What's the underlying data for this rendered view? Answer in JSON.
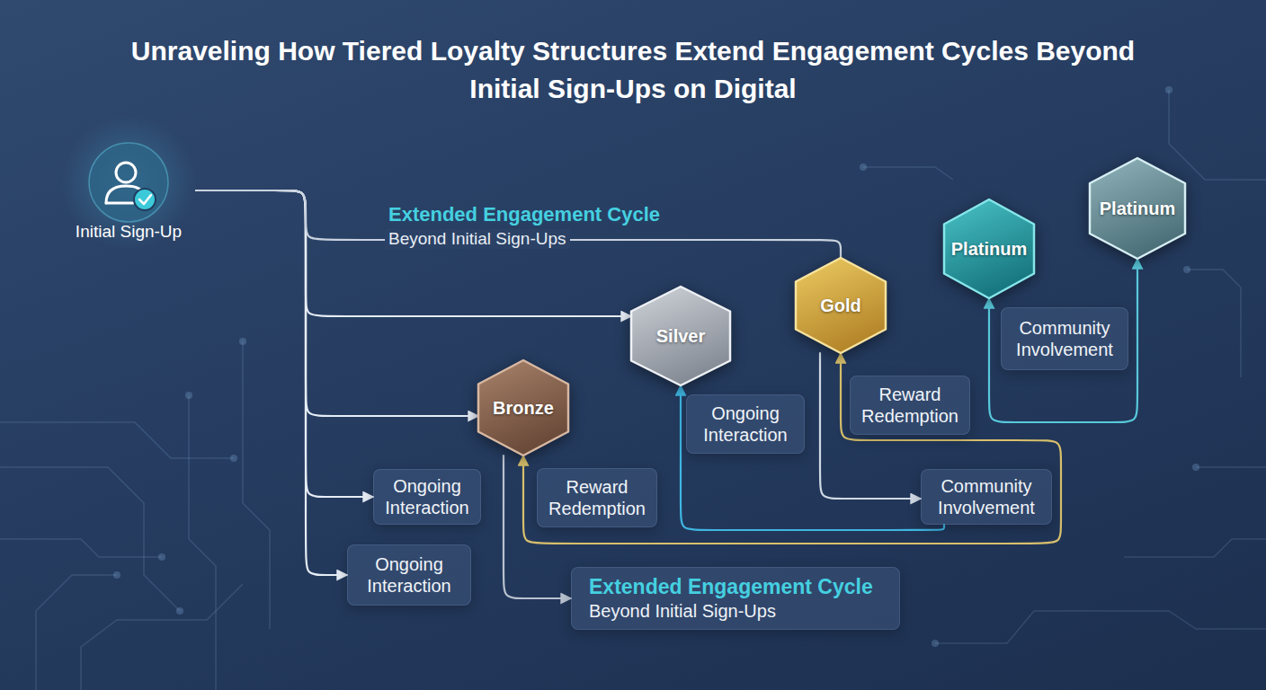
{
  "diagram": {
    "title": "Unraveling How Tiered Loyalty Structures Extend Engagement Cycles Beyond Initial Sign-Ups on Digital",
    "nodes": [
      {
        "text": [
          "Initial Sign-Up"
        ]
      },
      {
        "text": [
          "Platinum"
        ]
      },
      {
        "text": [
          "Platinum"
        ]
      },
      {
        "text": [
          "Gold"
        ]
      },
      {
        "text": [
          "Silver"
        ]
      },
      {
        "text": [
          "Community Involvement"
        ]
      },
      {
        "text": [
          "Bronze"
        ]
      },
      {
        "text": [
          "Reward Redemption"
        ]
      },
      {
        "text": [
          "Ongoing Interaction"
        ]
      },
      {
        "text": [
          "Ongoing Interaction"
        ]
      },
      {
        "text": [
          "Reward Redemption"
        ]
      },
      {
        "text": [
          "Community Involvement"
        ]
      },
      {
        "text": [
          "Ongoing Interaction"
        ]
      },
      {
        "text": [
          "Extended Engagement Cycle",
          "Beyond Initial Sign-Ups"
        ]
      }
    ],
    "edges": [
      {
        "from": 0,
        "to": 4,
        "arrow": "to"
      },
      {
        "from": 0,
        "to": 6,
        "arrow": "to"
      },
      {
        "from": 0,
        "to": 9,
        "arrow": "to"
      },
      {
        "from": 0,
        "to": 12,
        "arrow": "to"
      },
      {
        "from": 0,
        "to": 3,
        "arrow": "none"
      },
      {
        "from": 6,
        "to": 13,
        "arrow": "to"
      },
      {
        "from": 6,
        "to": 3,
        "arrow": "both"
      },
      {
        "from": 3,
        "to": 11,
        "arrow": "to"
      },
      {
        "from": 11,
        "to": 4,
        "arrow": "to"
      },
      {
        "from": 2,
        "to": 1,
        "arrow": "both"
      }
    ],
    "labels": [
      "Extended Engagement Cycle",
      "Beyond Initial Sign-Ups"
    ]
  }
}
